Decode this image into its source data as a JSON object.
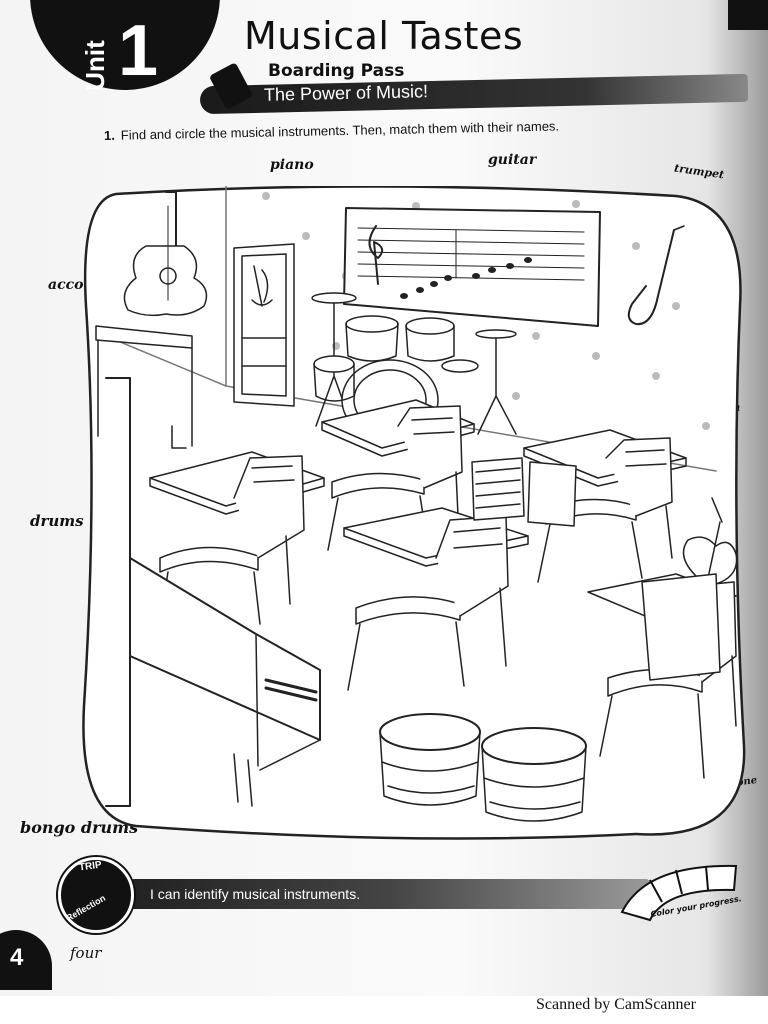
{
  "header": {
    "unit_label": "Unit",
    "unit_number": "1",
    "title": "Musical Tastes",
    "boarding_pass": "Boarding Pass",
    "subtitle": "The Power of Music!"
  },
  "exercise": {
    "number": "1.",
    "instruction": "Find and circle the musical instruments. Then, match them with their names."
  },
  "instrument_labels": {
    "piano": "piano",
    "guitar": "guitar",
    "trumpet": "trumpet",
    "accordion": "accordion",
    "violin": "violin",
    "drums": "drums",
    "saxophone": "saxophone",
    "bongo_drums": "bongo drums"
  },
  "reflection": {
    "badge_top": "TRIP",
    "badge_bottom": "Reflection",
    "statement": "I can identify musical instruments.",
    "progress_label": "Color your progress."
  },
  "page": {
    "number": "4",
    "word": "four"
  },
  "scanner_footer": "Scanned by CamScanner"
}
